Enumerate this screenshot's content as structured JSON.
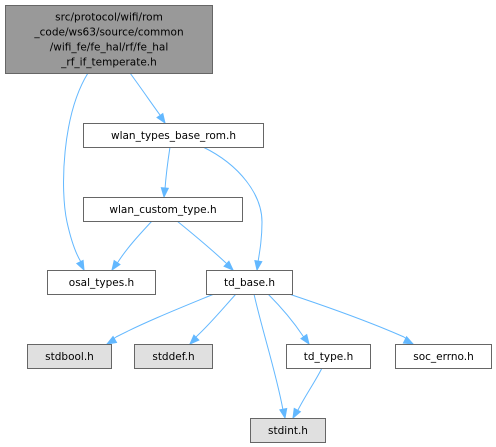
{
  "graph": {
    "colors": {
      "root_fill": "#999999",
      "node_fill": "#ffffff",
      "system_fill": "#e0e0e0",
      "edge": "#63b8ff",
      "border": "#666666"
    },
    "nodes": [
      {
        "id": "root",
        "kind": "root",
        "lines": [
          "src/protocol/wifi/rom",
          "_code/ws63/source/common",
          "/wifi_fe/fe_hal/rf/fe_hal",
          "_rf_if_temperate.h"
        ]
      },
      {
        "id": "wlan_types_base_rom",
        "kind": "file",
        "lines": [
          "wlan_types_base_rom.h"
        ]
      },
      {
        "id": "wlan_custom_type",
        "kind": "file",
        "lines": [
          "wlan_custom_type.h"
        ]
      },
      {
        "id": "osal_types",
        "kind": "file",
        "lines": [
          "osal_types.h"
        ]
      },
      {
        "id": "td_base",
        "kind": "file",
        "lines": [
          "td_base.h"
        ]
      },
      {
        "id": "stdbool",
        "kind": "system",
        "lines": [
          "stdbool.h"
        ]
      },
      {
        "id": "stddef",
        "kind": "system",
        "lines": [
          "stddef.h"
        ]
      },
      {
        "id": "td_type",
        "kind": "file",
        "lines": [
          "td_type.h"
        ]
      },
      {
        "id": "soc_errno",
        "kind": "file",
        "lines": [
          "soc_errno.h"
        ]
      },
      {
        "id": "stdint",
        "kind": "system",
        "lines": [
          "stdint.h"
        ]
      }
    ],
    "edges": [
      {
        "from": "root",
        "to": "osal_types"
      },
      {
        "from": "root",
        "to": "wlan_types_base_rom"
      },
      {
        "from": "wlan_types_base_rom",
        "to": "wlan_custom_type"
      },
      {
        "from": "wlan_types_base_rom",
        "to": "td_base"
      },
      {
        "from": "wlan_custom_type",
        "to": "osal_types"
      },
      {
        "from": "wlan_custom_type",
        "to": "td_base"
      },
      {
        "from": "td_base",
        "to": "stdbool"
      },
      {
        "from": "td_base",
        "to": "stddef"
      },
      {
        "from": "td_base",
        "to": "td_type"
      },
      {
        "from": "td_base",
        "to": "soc_errno"
      },
      {
        "from": "td_base",
        "to": "stdint"
      },
      {
        "from": "td_type",
        "to": "stdint"
      }
    ]
  }
}
